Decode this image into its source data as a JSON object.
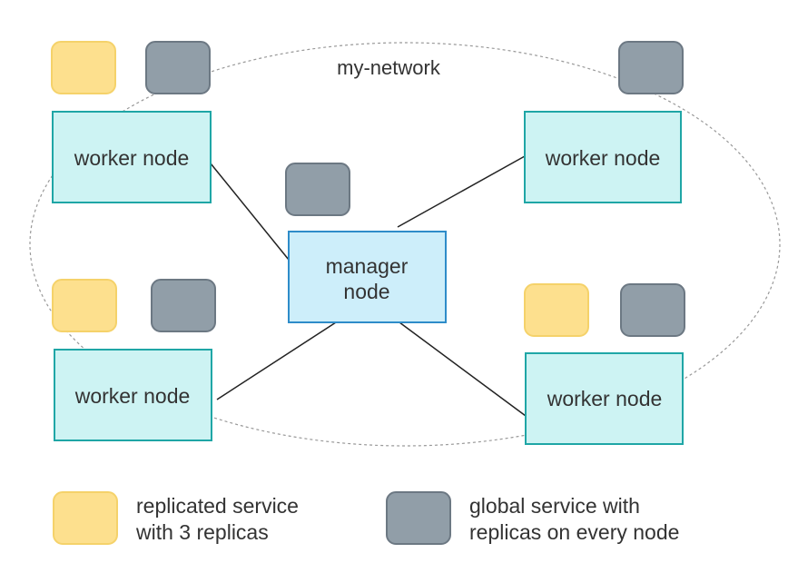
{
  "network": {
    "label": "my-network"
  },
  "nodes": {
    "worker_top_left": "worker node",
    "worker_top_right": "worker node",
    "worker_bottom_left": "worker node",
    "worker_bottom_right": "worker node",
    "manager_line1": "manager",
    "manager_line2": "node"
  },
  "legend": {
    "replicated_line1": "replicated service",
    "replicated_line2": "with 3 replicas",
    "global_line1": "global service with",
    "global_line2": "replicas on every node"
  },
  "colors": {
    "replicated_fill": "#fde08e",
    "replicated_stroke": "#f5d26a",
    "global_fill": "#919ea8",
    "global_stroke": "#6c7883",
    "worker_fill": "#cdf3f3",
    "worker_stroke": "#1fa6a6",
    "manager_fill": "#cdeefa",
    "manager_stroke": "#2e8cc9"
  }
}
